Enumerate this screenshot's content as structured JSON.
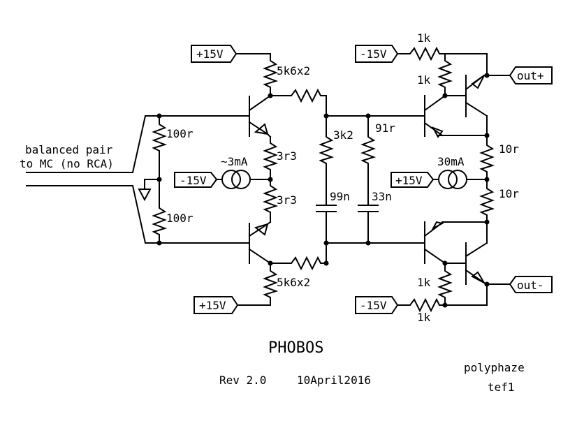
{
  "diagram": {
    "type": "circuit-schematic",
    "title": "PHOBOS",
    "revision": "Rev 2.0",
    "date": "10April2016",
    "author_line1": "polyphaze",
    "author_line2": "tef1",
    "input_label_line1": "balanced pair",
    "input_label_line2": "to MC (no RCA)",
    "supply_labels": {
      "top_left_plus": "+15V",
      "bottom_left_plus": "+15V",
      "left_minus": "-15V",
      "mid_plus": "+15V",
      "top_right_minus": "-15V",
      "bottom_right_minus": "-15V"
    },
    "outputs": {
      "pos": "out+",
      "neg": "out-"
    },
    "components": {
      "r_in_top": "100r",
      "r_in_bot": "100r",
      "r_coll_top": "5k6x2",
      "r_coll_bot": "5k6x2",
      "r_emit_top": "3r3",
      "r_emit_bot": "3r3",
      "i_src_left": "~3mA",
      "r_comp1": "3k2",
      "r_comp2": "91r",
      "c_comp1": "99n",
      "c_comp2": "33n",
      "i_src_right": "30mA",
      "r_out_top": "10r",
      "r_out_bot": "10r",
      "r_top_series": "1k",
      "r_top_shunt": "1k",
      "r_bot_shunt": "1k",
      "r_bot_series": "1k"
    }
  }
}
